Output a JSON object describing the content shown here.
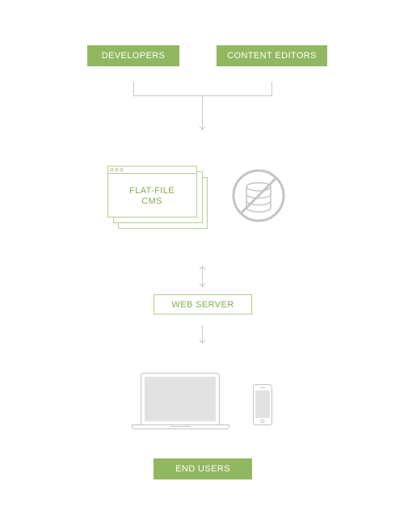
{
  "labels": {
    "developers": "DEVELOPERS",
    "content_editors": "CONTENT EDITORS",
    "cms_line1": "FLAT-FILE",
    "cms_line2": "CMS",
    "web_server": "WEB SERVER",
    "end_users": "END USERS"
  },
  "icons": {
    "cms_windows": "browser-window-stack-icon",
    "no_database": "no-database-icon",
    "laptop": "laptop-icon",
    "phone": "smartphone-icon",
    "arrow_down": "arrow-down-icon",
    "arrow_updown": "arrow-up-down-icon"
  },
  "colors": {
    "green_fill": "#91b860",
    "green_text": "#86ae52",
    "green_outline": "#b5cf94",
    "gray_line": "#c8c8c8",
    "gray_icon": "#c4c4c4",
    "screen_fill": "#e2e2e2"
  }
}
